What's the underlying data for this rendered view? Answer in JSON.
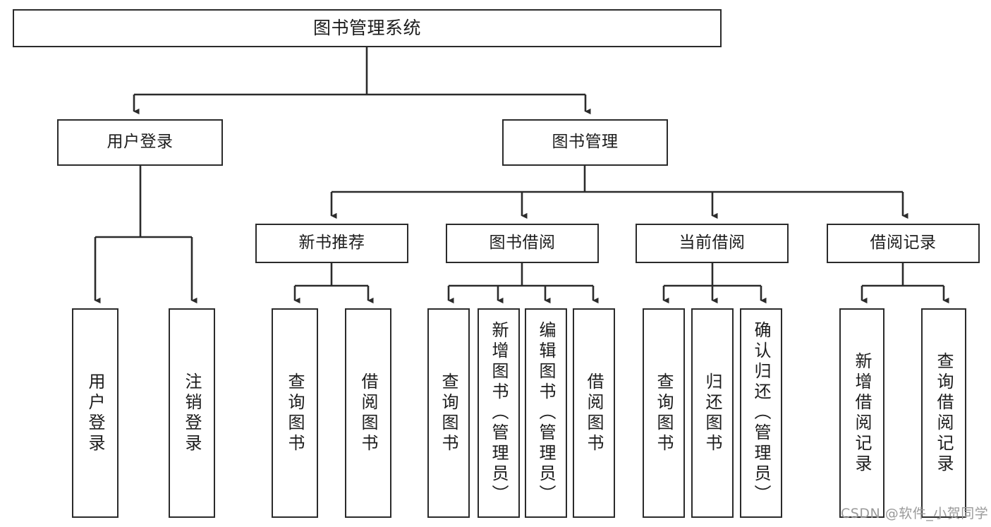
{
  "diagram": {
    "type": "tree-hierarchy",
    "title": "图书管理系统",
    "background_color": "#ffffff",
    "stroke_color": "#2b2b2b",
    "text_color": "#1c1c1c",
    "watermark": "CSDN @软件_小贺同学",
    "nodes": {
      "root": {
        "label": "图书管理系统"
      },
      "level2": [
        {
          "label": "用户登录"
        },
        {
          "label": "图书管理"
        }
      ],
      "level3": [
        {
          "label": "新书推荐"
        },
        {
          "label": "图书借阅"
        },
        {
          "label": "当前借阅"
        },
        {
          "label": "借阅记录"
        }
      ],
      "leaves": {
        "user_login": [
          {
            "label": "用户登录"
          },
          {
            "label": "注销登录"
          }
        ],
        "new_book_recommend": [
          {
            "label": "查询图书"
          },
          {
            "label": "借阅图书"
          }
        ],
        "book_borrow": [
          {
            "label": "查询图书"
          },
          {
            "label": "新增图书（管理员）"
          },
          {
            "label": "编辑图书（管理员）"
          },
          {
            "label": "借阅图书"
          }
        ],
        "current_borrow": [
          {
            "label": "查询图书"
          },
          {
            "label": "归还图书"
          },
          {
            "label": "确认归还（管理员）"
          }
        ],
        "borrow_record": [
          {
            "label": "新增借阅记录"
          },
          {
            "label": "查询借阅记录"
          }
        ]
      }
    }
  }
}
